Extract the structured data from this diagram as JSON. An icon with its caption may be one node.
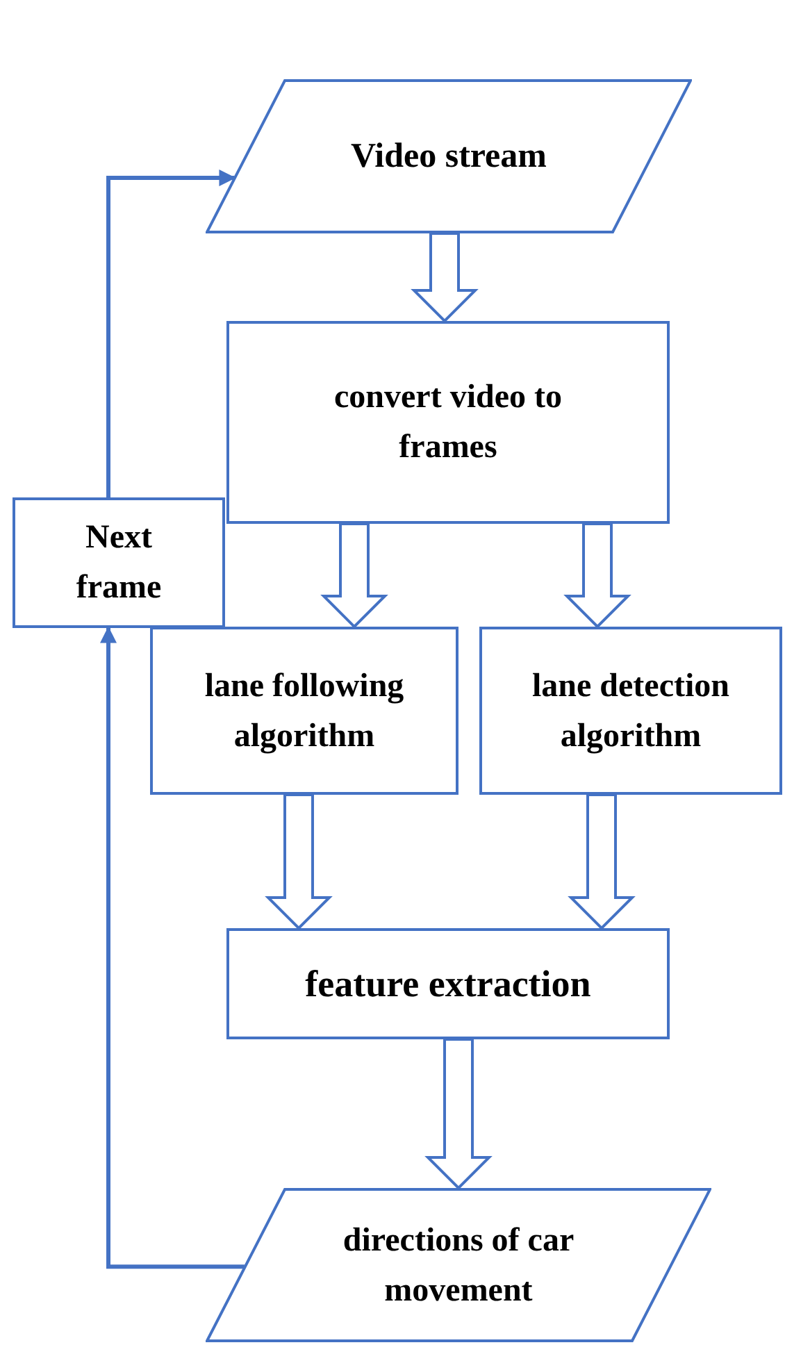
{
  "diagram": {
    "nodes": [
      {
        "text": [
          "Video stream"
        ]
      },
      {
        "text": [
          "convert video to frames"
        ]
      },
      {
        "text": [
          "Next frame"
        ]
      },
      {
        "text": [
          "lane following algorithm"
        ]
      },
      {
        "text": [
          "lane detection algorithm"
        ]
      },
      {
        "text": [
          "feature extraction"
        ]
      },
      {
        "text": [
          "directions of car movement"
        ]
      }
    ],
    "edges": [
      {
        "from": 0,
        "to": 1,
        "arrow": "to",
        "style": "thick"
      },
      {
        "from": 1,
        "to": 3,
        "arrow": "to",
        "style": "thick"
      },
      {
        "from": 1,
        "to": 4,
        "arrow": "to",
        "style": "thick"
      },
      {
        "from": 3,
        "to": 5,
        "arrow": "to",
        "style": "thick"
      },
      {
        "from": 4,
        "to": 5,
        "arrow": "to",
        "style": "thick"
      },
      {
        "from": 5,
        "to": 6,
        "arrow": "to",
        "style": "thick"
      },
      {
        "from": 6,
        "to": 2,
        "arrow": "to"
      },
      {
        "from": 2,
        "to": 0,
        "arrow": "to"
      }
    ]
  }
}
